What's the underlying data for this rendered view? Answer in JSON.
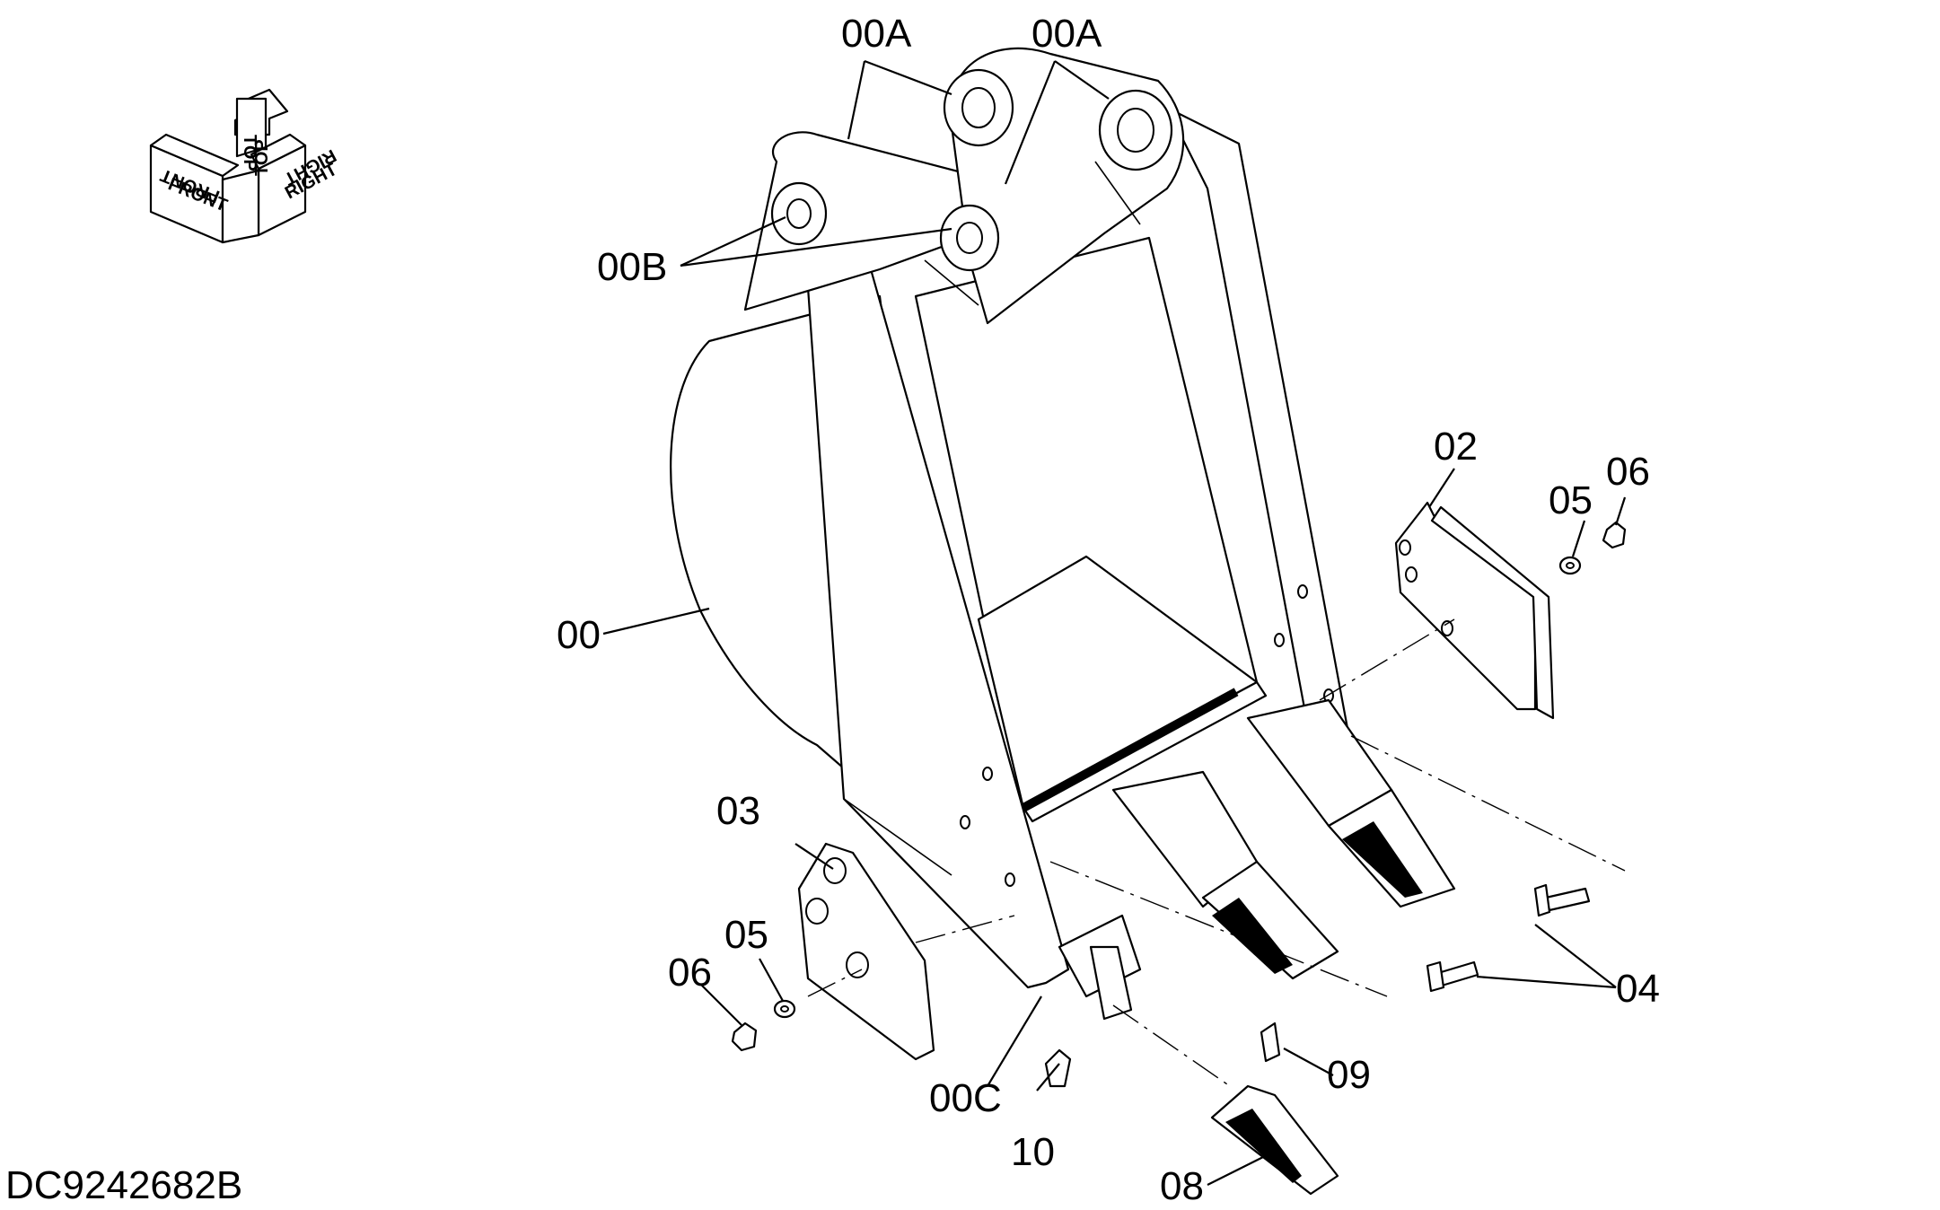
{
  "drawing_code": "DC9242682B",
  "orientation": {
    "front": "FRONT",
    "top": "TOP",
    "right": "RIGHT"
  },
  "callouts": {
    "c00A_left": "00A",
    "c00A_right": "00A",
    "c00B": "00B",
    "c00": "00",
    "c00C": "00C",
    "c02": "02",
    "c03": "03",
    "c04": "04",
    "c05_right": "05",
    "c05_left": "05",
    "c06_right": "06",
    "c06_left": "06",
    "c08": "08",
    "c09": "09",
    "c10": "10"
  }
}
